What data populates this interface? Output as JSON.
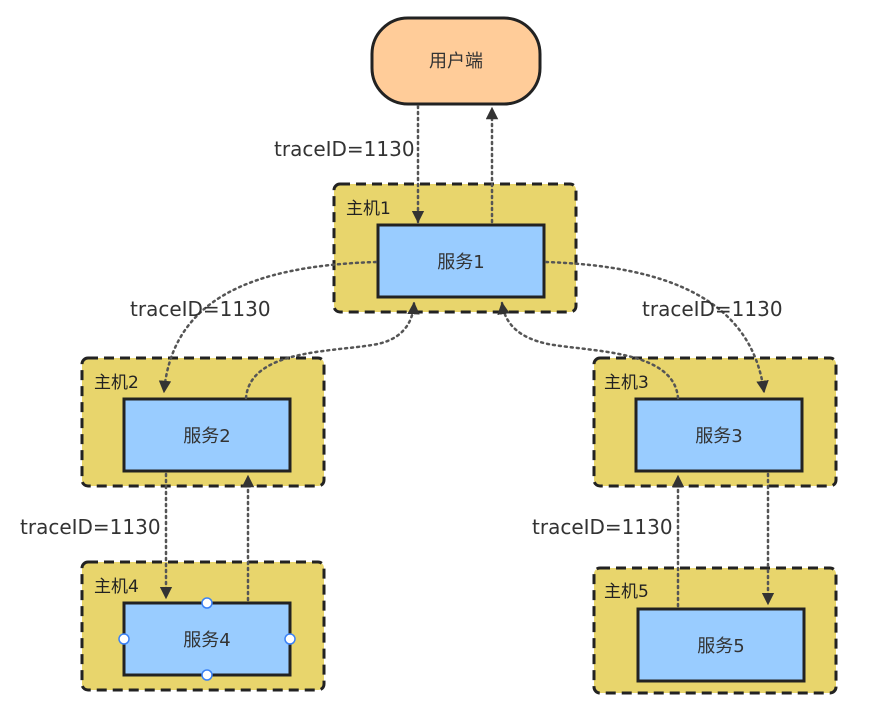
{
  "client": {
    "label": "用户端",
    "fill": "#ffcc99"
  },
  "hosts": [
    {
      "id": "host1",
      "label": "主机1",
      "service": "服务1"
    },
    {
      "id": "host2",
      "label": "主机2",
      "service": "服务2"
    },
    {
      "id": "host3",
      "label": "主机3",
      "service": "服务3"
    },
    {
      "id": "host4",
      "label": "主机4",
      "service": "服务4"
    },
    {
      "id": "host5",
      "label": "主机5",
      "service": "服务5"
    }
  ],
  "edge_labels": {
    "client_to_host1": "traceID=1130",
    "host1_to_host2": "traceID=1130",
    "host1_to_host3": "traceID=1130",
    "host2_to_host4": "traceID=1130",
    "host3_to_host5": "traceID=1130"
  },
  "colors": {
    "host_fill": "#e8d56c",
    "service_fill": "#99ccff",
    "border": "#222222",
    "arrow": "#555555"
  }
}
